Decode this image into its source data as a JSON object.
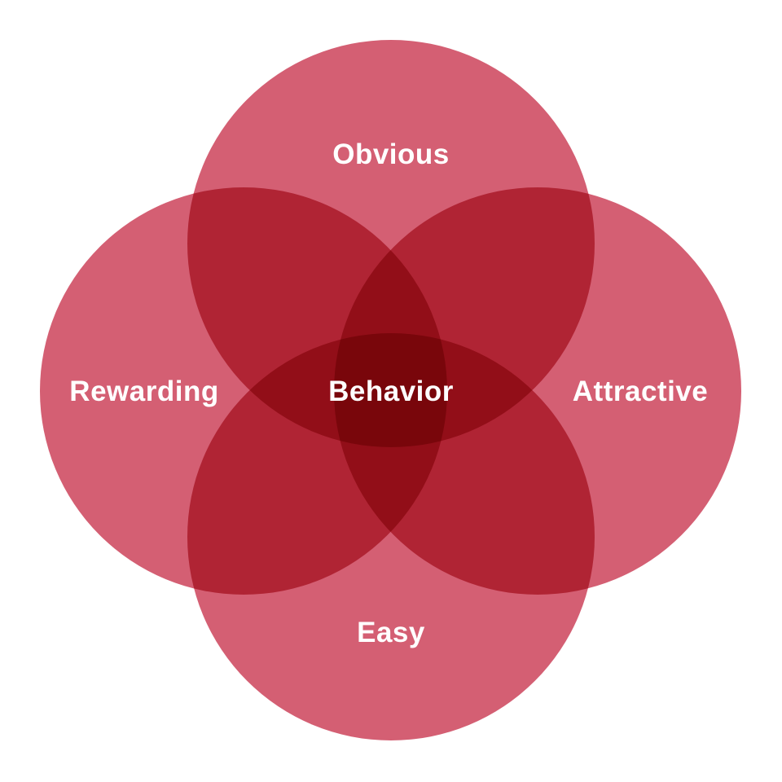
{
  "diagram": {
    "type": "venn",
    "description": "Four overlapping circles arranged in a diamond with a shared center region",
    "circle_color": "#d45f73",
    "overlap_blend": "multiply",
    "overlap_colors": {
      "two_circles": "#b02434",
      "three_circles": "#96101e",
      "four_circles_center": "#7d0a10"
    },
    "background_color": "#ffffff",
    "label_color": "#ffffff",
    "circles": [
      {
        "label": "Obvious",
        "position": "top"
      },
      {
        "label": "Rewarding",
        "position": "left"
      },
      {
        "label": "Attractive",
        "position": "right"
      },
      {
        "label": "Easy",
        "position": "bottom"
      }
    ],
    "center_label": "Behavior"
  }
}
